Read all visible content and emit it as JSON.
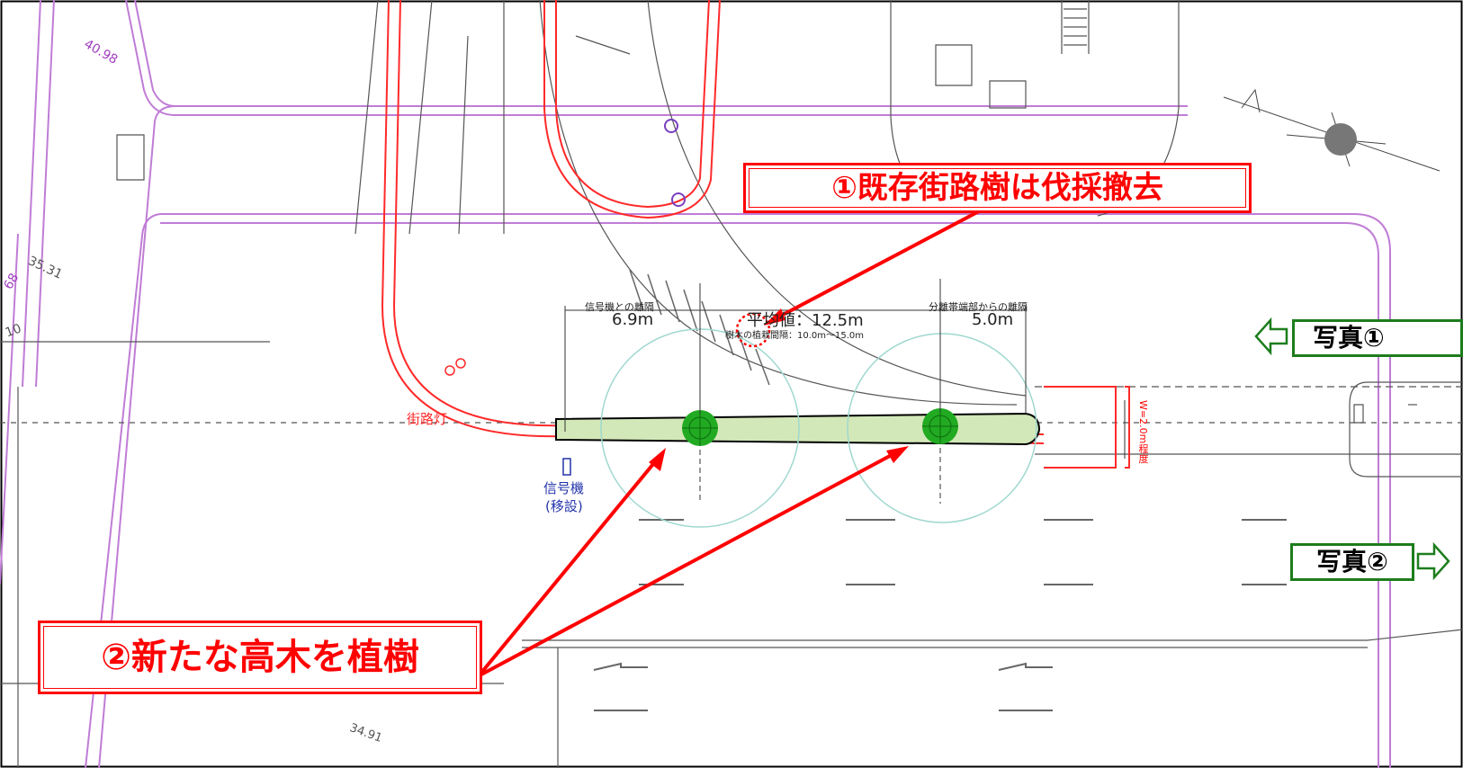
{
  "callouts": {
    "remove_tree": "①既存街路樹は伐採撤去",
    "plant_tree": "②新たな高木を植樹"
  },
  "photo_tags": {
    "photo1": "写真①",
    "photo2": "写真②"
  },
  "dimensions": {
    "signal_caption": "信号機との離隔",
    "signal_value": "6.9m",
    "average_value": "平均値：12.5m",
    "spacing_note": "樹木の植栽間隔：10.0m～15.0m",
    "median_caption": "分離帯端部からの離隔",
    "median_value": "5.0m",
    "width_note": "W=2.0m程度"
  },
  "plan_labels": {
    "street_light": "街路灯",
    "signal_line1": "信号機",
    "signal_line2": "(移設)",
    "elev_top": "40.98",
    "elev_left1": "35.31",
    "elev_left2": "68",
    "elev_left3": "10",
    "elev_bottom": "34.91"
  },
  "colors": {
    "callout_red": "#ff0000",
    "photo_green": "#1d7d1d",
    "boundary_purple": "#c07cd6",
    "tree_green": "#22aa22",
    "strip_fill": "#d3e8b8",
    "road_gray": "#555555"
  }
}
